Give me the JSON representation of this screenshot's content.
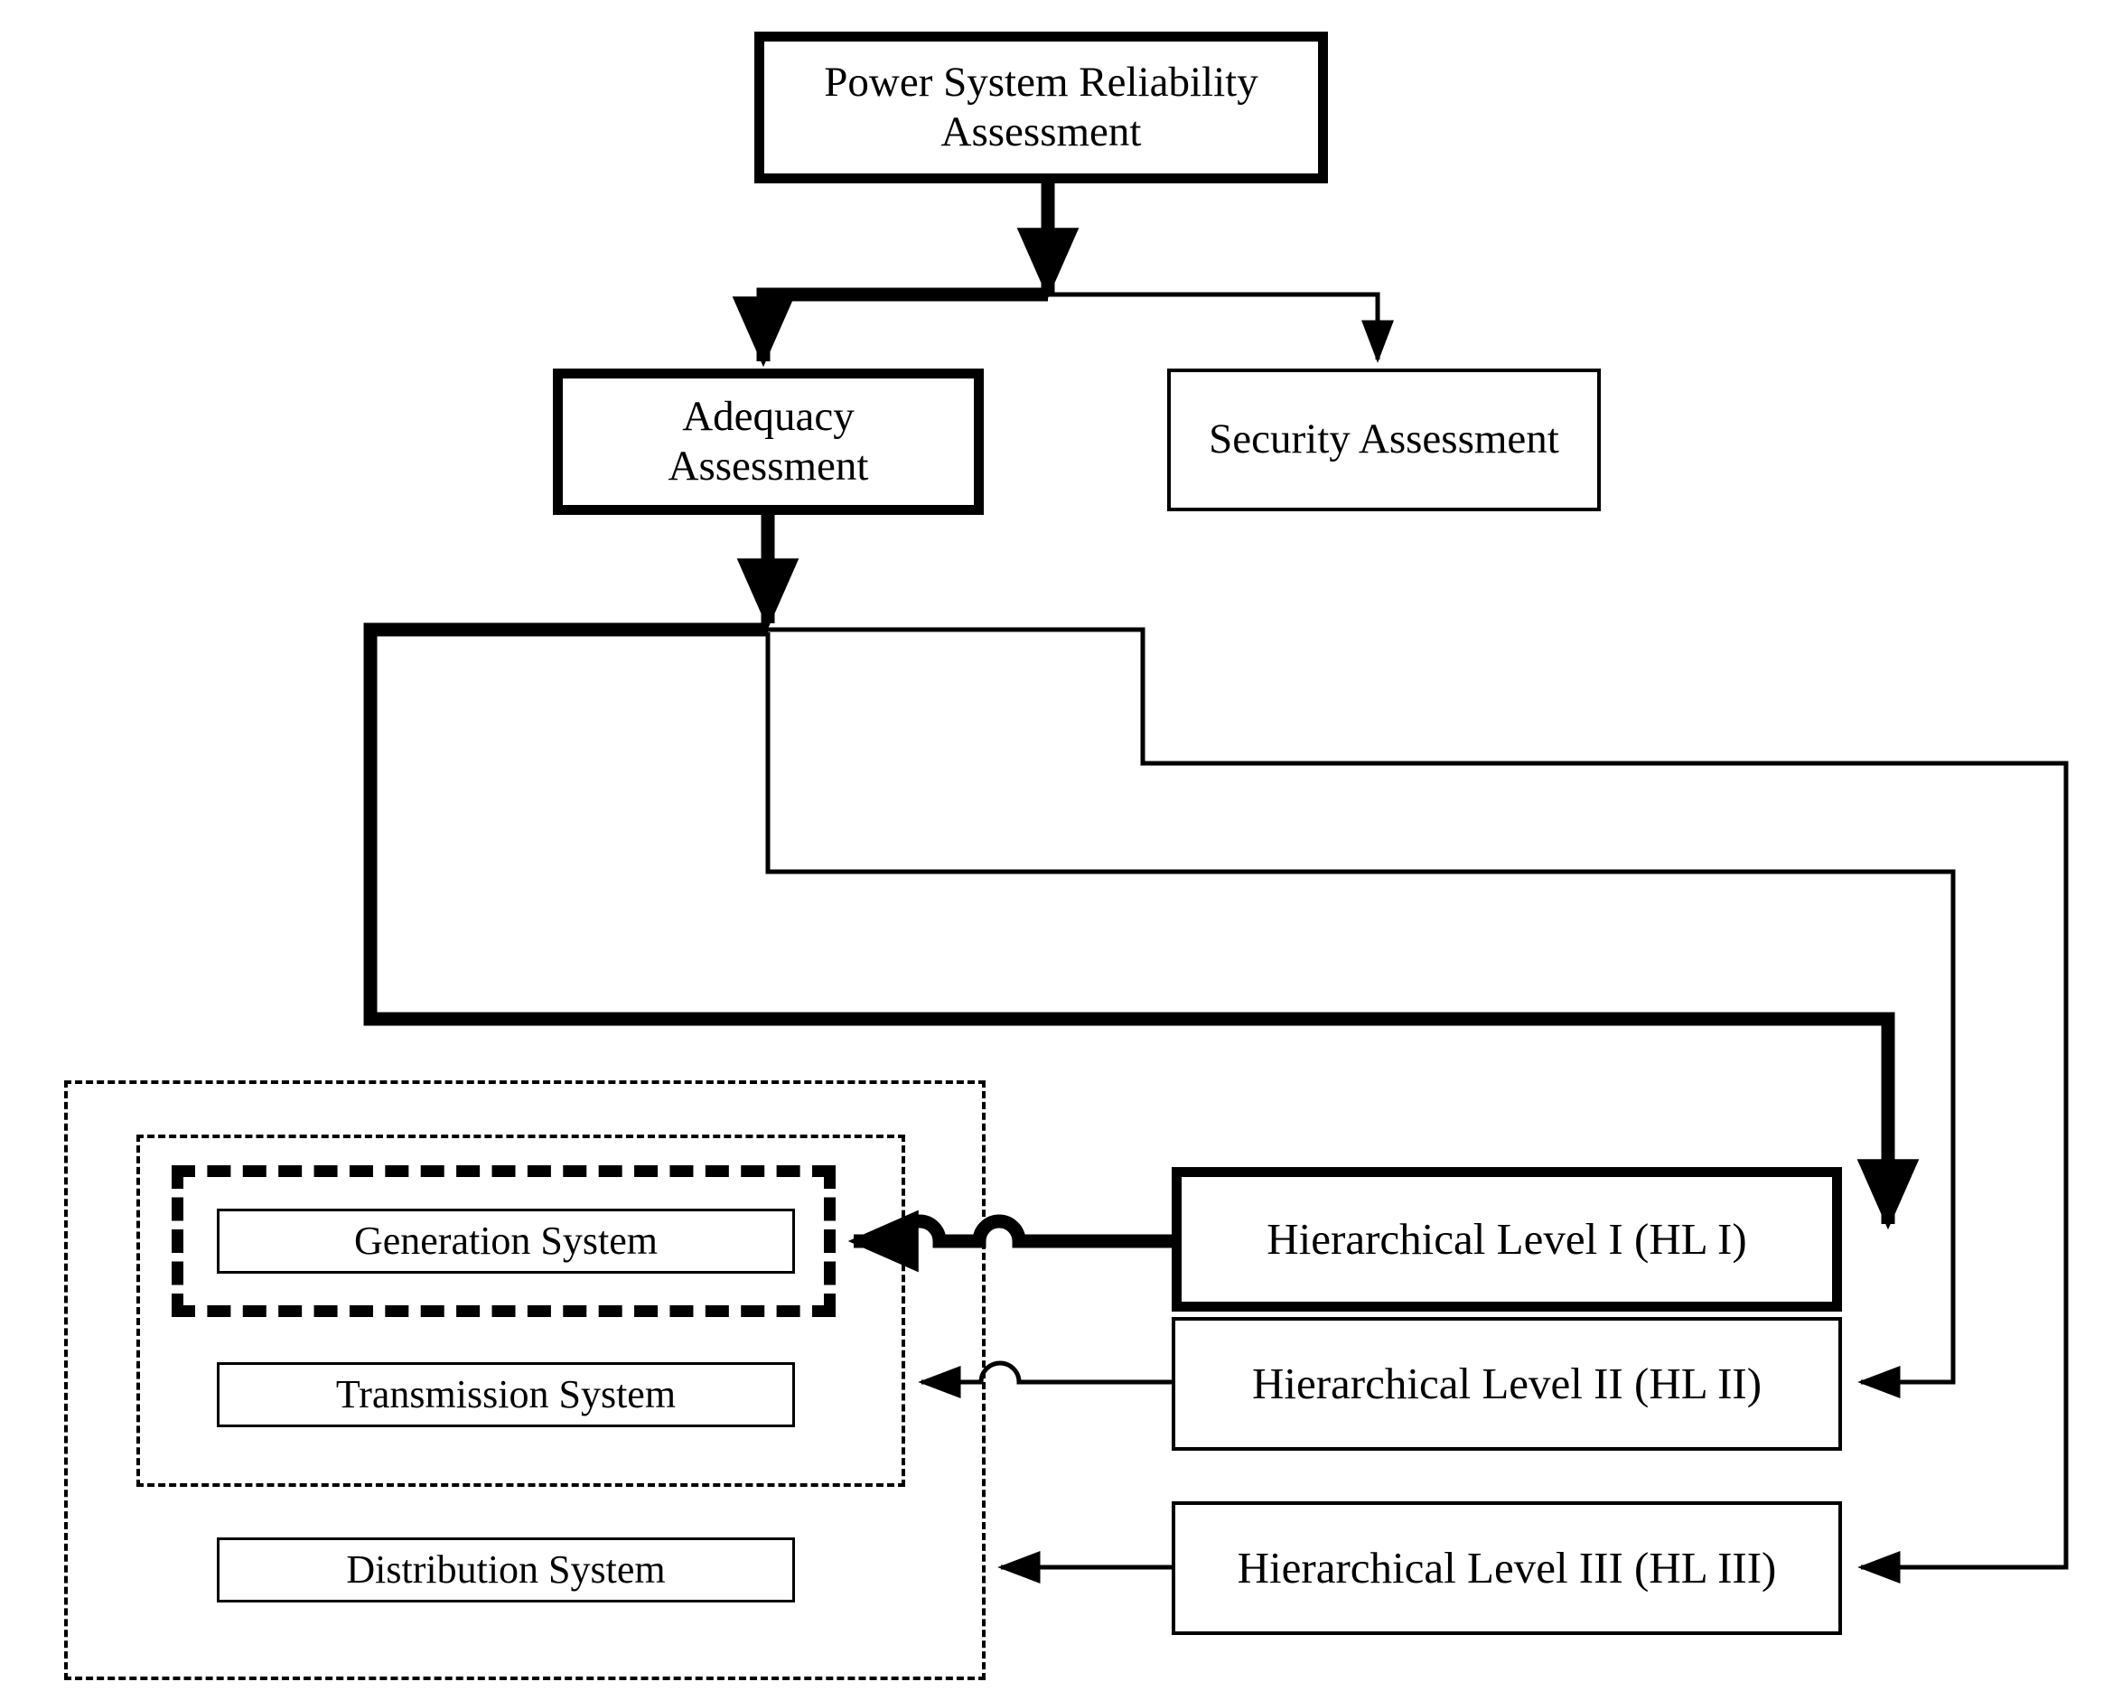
{
  "diagram": {
    "title_node": {
      "label": "Power System Reliability Assessment"
    },
    "assessment_nodes": [
      {
        "id": "adequacy",
        "label": "Adequacy Assessment",
        "emphasis": "thick"
      },
      {
        "id": "security",
        "label": "Security Assessment",
        "emphasis": "thin"
      }
    ],
    "hierarchical_levels": [
      {
        "id": "hl1",
        "label": "Hierarchical Level I (HL I)",
        "emphasis": "thick"
      },
      {
        "id": "hl2",
        "label": "Hierarchical Level II (HL II)",
        "emphasis": "thin"
      },
      {
        "id": "hl3",
        "label": "Hierarchical Level III (HL III)",
        "emphasis": "thin"
      }
    ],
    "system_nodes": [
      {
        "id": "generation",
        "label": "Generation System"
      },
      {
        "id": "transmission",
        "label": "Transmission System"
      },
      {
        "id": "distribution",
        "label": "Distribution System"
      }
    ],
    "groups": [
      {
        "id": "functional-zones-outer",
        "style": "fine-dashed"
      },
      {
        "id": "generation-transmission-group",
        "style": "fine-dashed"
      },
      {
        "id": "generation-highlight",
        "style": "heavy-dashed"
      }
    ],
    "colors": {
      "stroke": "#000000",
      "background": "#ffffff"
    },
    "edges": [
      {
        "from": "title_node",
        "to": "adequacy",
        "emphasis": "thick"
      },
      {
        "from": "title_node",
        "to": "security",
        "emphasis": "thin"
      },
      {
        "from": "adequacy",
        "to": "hl1",
        "emphasis": "thick"
      },
      {
        "from": "adequacy",
        "to": "hl2",
        "emphasis": "thin"
      },
      {
        "from": "adequacy",
        "to": "hl3",
        "emphasis": "thin"
      },
      {
        "from": "hl1",
        "to": "generation",
        "emphasis": "thick",
        "crossings": 2
      },
      {
        "from": "hl2",
        "to": "transmission",
        "emphasis": "thin",
        "crossings": 1
      },
      {
        "from": "hl3",
        "to": "distribution",
        "emphasis": "thin",
        "crossings": 0
      }
    ]
  }
}
